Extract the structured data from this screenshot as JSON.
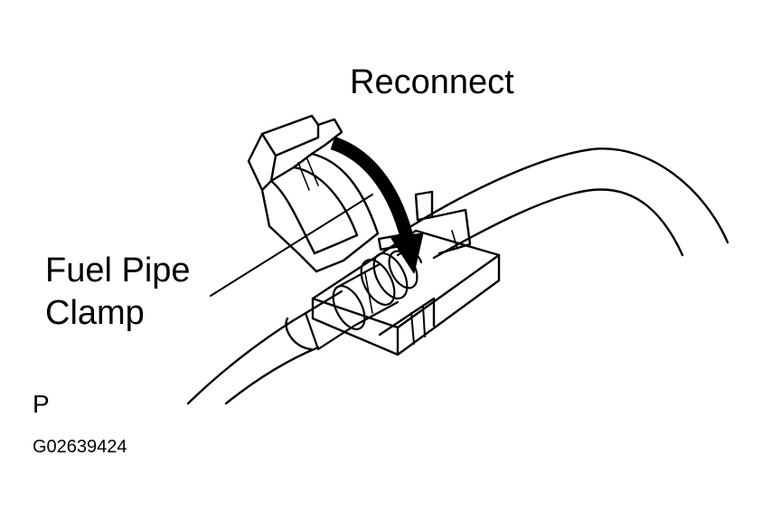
{
  "labels": {
    "action": "Reconnect",
    "part_line1": "Fuel Pipe",
    "part_line2": "Clamp",
    "view_marker": "P",
    "figure_code": "G02639424"
  },
  "colors": {
    "ink": "#000000",
    "paper": "#ffffff"
  },
  "icons": [
    "curved-arrow-icon"
  ]
}
